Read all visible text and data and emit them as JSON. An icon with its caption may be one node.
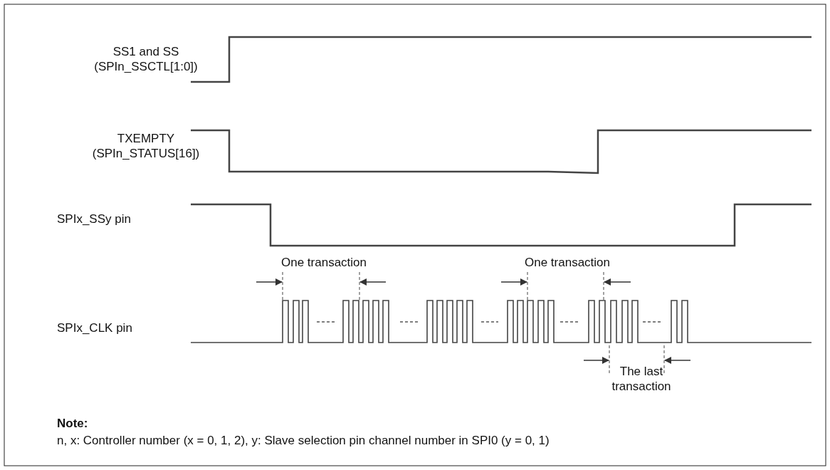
{
  "diagram": {
    "labels": [
      "SS1 and SS (SPIn_SSCTL[1:0])",
      "TXEMPTY (SPIn_STATUS[16])",
      "SPIx_SSy pin",
      "One transaction",
      "One transaction",
      "SPIx_CLK pin",
      "The last transaction",
      "Note:",
      "n, x: Controller number (x = 0, 1, 2), y: Slave selection pin channel number in SPI0 (y = 0, 1)"
    ]
  }
}
